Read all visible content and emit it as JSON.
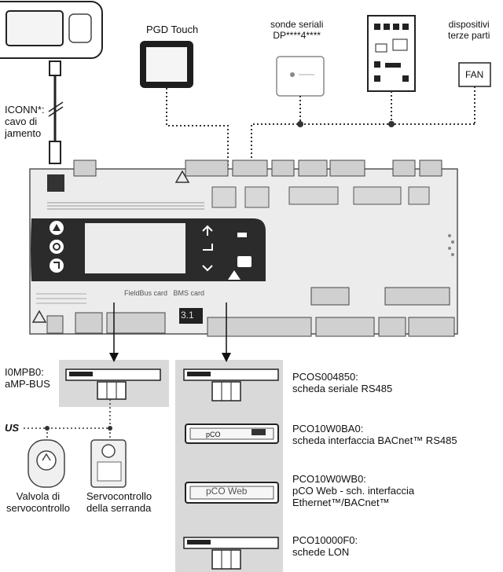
{
  "diagram": {
    "labels": {
      "pgd_touch": "PGD Touch",
      "serial_probes": "sonde seriali\nDP****4****",
      "third_party": "dispositivi\nterze parti",
      "fan": "FAN",
      "iconn": "ICONN*:\ncavo di\njamento",
      "fieldbus": "FieldBus card   BMS card",
      "mpbus_card": "I0MPB0:\naMP-BUS",
      "bus_tag": "US",
      "valve": "Valvola di\nservocontrollo",
      "damper": "Servocontrollo\ndella serranda",
      "card1": "PCOS004850:\nscheda seriale RS485",
      "card2": "PCO10W0BA0:\nscheda interfaccia BACnet™ RS485",
      "card3": "PCO10W0WB0:\npCO Web - sch. interfaccia\nEthernet™/BACnet™",
      "card4": "PCO10000F0:\nschede LON",
      "display_value": "3.1",
      "board_pco_text": "pCO",
      "board_web_text": "pCO Web"
    },
    "colors": {
      "body": "#ececec",
      "panel": "#2b2b2b",
      "screen": "#ececec",
      "gray_panel": "#d9d9d9",
      "line": "#333333"
    }
  }
}
